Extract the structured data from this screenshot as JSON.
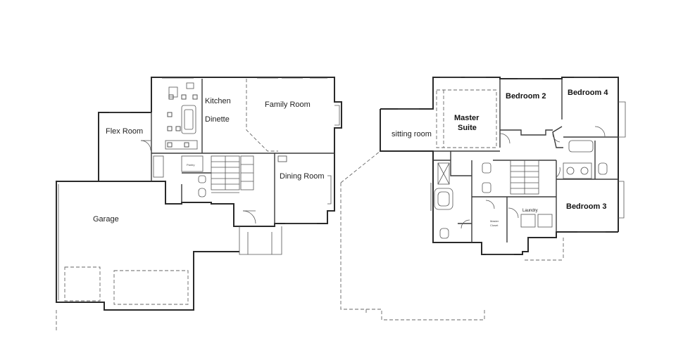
{
  "first_floor": {
    "kitchen": "Kitchen",
    "dinette": "Dinette",
    "family_room": "Family Room",
    "flex_room": "Flex Room",
    "dining_room": "Dining Room",
    "garage": "Garage",
    "pantry": "Pantry"
  },
  "second_floor": {
    "bedroom_2": "Bedroom 2",
    "bedroom_4": "Bedroom 4",
    "bedroom_3": "Bedroom 3",
    "master_suite_line1": "Master",
    "master_suite_line2": "Suite",
    "sitting_room": "sitting room",
    "laundry": "Laundry",
    "master_closet_line1": "Master",
    "master_closet_line2": "Closet"
  }
}
